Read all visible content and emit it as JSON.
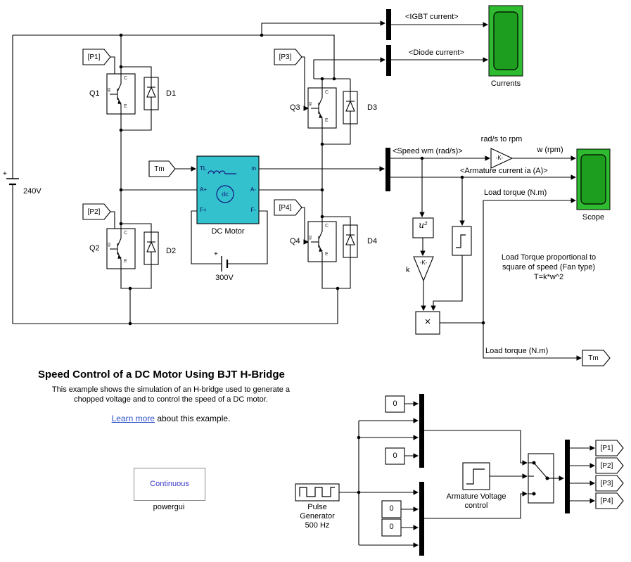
{
  "colors": {
    "motor_fill": "#33C1CE",
    "scope_green": "#2FBB2F",
    "scope_screen": "#1E9E1E",
    "link_blue": "#2B50C8",
    "powergui_blue": "#3A3AC8",
    "wire": "#000000"
  },
  "heading": {
    "title": "Speed Control of a DC Motor Using BJT H-Bridge",
    "desc1": "This example shows the simulation of an H-bridge used to generate a",
    "desc2": "chopped voltage and to control the speed of a DC motor.",
    "learn_more": "Learn more",
    "learn_more_rest": " about this example."
  },
  "bridge": {
    "q1": "Q1",
    "q2": "Q2",
    "q3": "Q3",
    "q4": "Q4",
    "d1": "D1",
    "d2": "D2",
    "d3": "D3",
    "d4": "D4",
    "tag_p1": "[P1]",
    "tag_p2": "[P2]",
    "tag_p3": "[P3]",
    "tag_p4": "[P4]",
    "v240": "240V",
    "v300": "300V",
    "plus": "+",
    "bjt_g": "g",
    "bjt_c": "C",
    "bjt_e": "E"
  },
  "motor": {
    "label": "DC Motor",
    "dc": "dc",
    "tm_tag": "Tm",
    "port_tl": "TL",
    "port_m": "m",
    "port_ap": "A+",
    "port_am": "A-",
    "port_fp": "F+",
    "port_fm": "F-"
  },
  "signals": {
    "igbt": "<IGBT current>",
    "diode": "<Diode current>",
    "speed": "<Speed wm (rad/s)>",
    "armature": "<Armature current ia (A)>",
    "w_rpm": "w (rpm)",
    "rad2rpm": "rad/s to rpm",
    "load_scope": "Load torque (N.m)",
    "load_out": "Load torque (N.m)"
  },
  "scopes": {
    "currents": "Currents",
    "scope": "Scope"
  },
  "fan": {
    "u2": "u²",
    "k": "k",
    "gain": "-K-",
    "rpm_gain": "-K-",
    "product": "×",
    "ann1": "Load Torque proportional to",
    "ann2": "square of speed (Fan type)",
    "ann3": "T=k*w^2",
    "tm_tag": "Tm"
  },
  "powergui": {
    "mode": "Continuous",
    "label": "powergui"
  },
  "control": {
    "c1": "0",
    "c2": "0",
    "c3": "0",
    "c4": "0",
    "pulse1": "Pulse",
    "pulse2": "Generator",
    "pulse3": "500 Hz",
    "avc1": "Armature Voltage",
    "avc2": "control",
    "tag_p1": "[P1]",
    "tag_p2": "[P2]",
    "tag_p3": "[P3]",
    "tag_p4": "[P4]"
  }
}
